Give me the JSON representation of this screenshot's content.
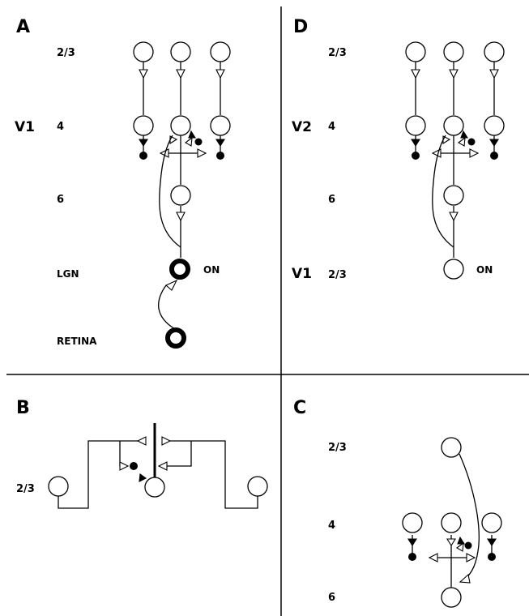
{
  "panels": {
    "A": {
      "label": "A",
      "region_v1": "V1",
      "layers": [
        "2/3",
        "4",
        "6"
      ],
      "lgn": "LGN",
      "retina": "RETINA",
      "on": "ON"
    },
    "B": {
      "label": "B",
      "layer": "2/3"
    },
    "C": {
      "label": "C",
      "layers": [
        "2/3",
        "4",
        "6"
      ]
    },
    "D": {
      "label": "D",
      "region_v2": "V2",
      "region_v1": "V1",
      "layers": [
        "2/3",
        "4",
        "6",
        "2/3"
      ],
      "on": "ON"
    }
  },
  "colors": {
    "ink": "#000000",
    "background": "#ffffff"
  }
}
